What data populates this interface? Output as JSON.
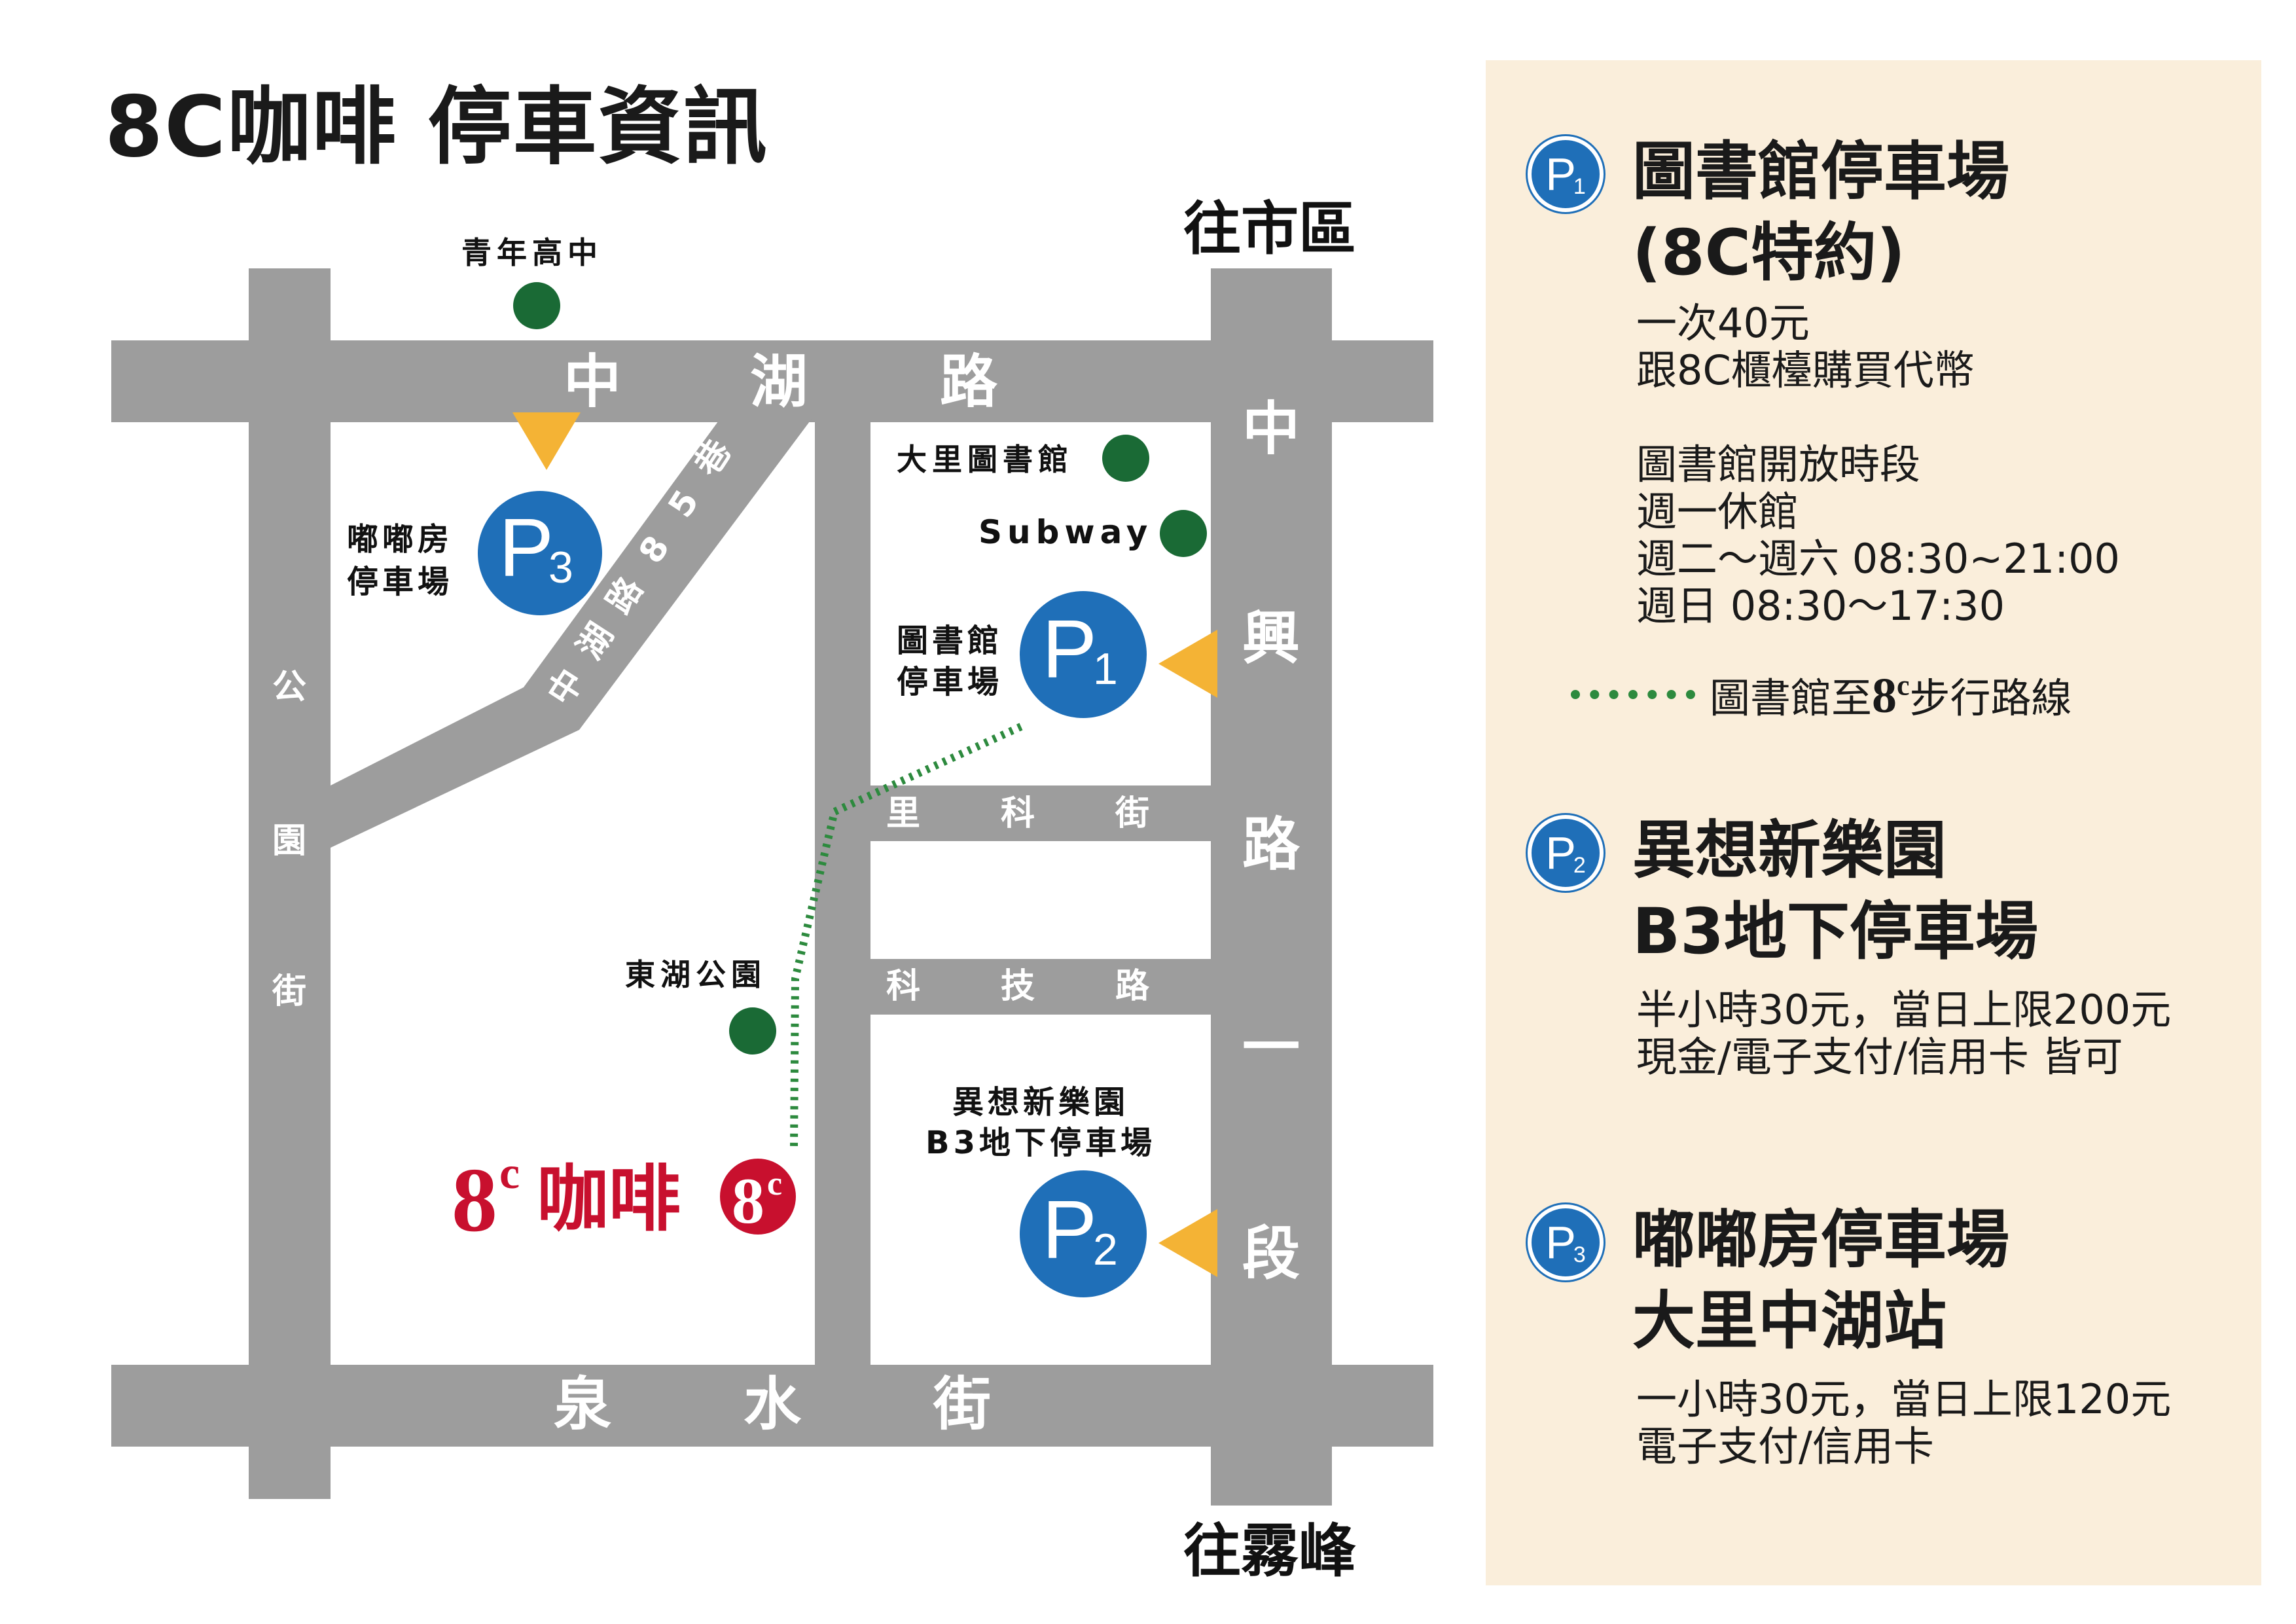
{
  "title": "8C咖啡 停車資訊",
  "map": {
    "direction_north": "往市區",
    "direction_south": "往霧峰",
    "roads": {
      "top": [
        "中",
        "湖",
        "路"
      ],
      "bottom": [
        "泉",
        "水",
        "街"
      ],
      "left_vertical": [
        "公",
        "園",
        "街"
      ],
      "right_vertical": [
        "中",
        "興",
        "路",
        "一",
        "段"
      ],
      "diagonal": [
        "中",
        "湖",
        "路",
        "8",
        "5",
        "巷"
      ],
      "li_ke": [
        "里",
        "科",
        "街"
      ],
      "ke_ji": [
        "科",
        "技",
        "路"
      ]
    },
    "landmarks": {
      "high_school": "青年高中",
      "library": "大里圖書館",
      "subway": "Subway",
      "east_lake_park": "東湖公園"
    },
    "parking": {
      "p1": {
        "letter": "P",
        "num": "1",
        "label_line1": "圖書館",
        "label_line2": "停車場"
      },
      "p2": {
        "letter": "P",
        "num": "2",
        "label_line1": "異想新樂園",
        "label_line2": "B3地下停車場"
      },
      "p3": {
        "letter": "P",
        "num": "3",
        "label_line1": "嘟嘟房",
        "label_line2": "停車場"
      }
    },
    "cafe": {
      "logo_text": "8",
      "logo_sup": "c",
      "name": "咖啡"
    },
    "colors": {
      "road": "#9d9d9d",
      "landmark": "#1a6a35",
      "parking": "#1f6fb8",
      "entrance_arrow": "#f4b335",
      "walk_route": "#2d8a3e",
      "brand_red": "#c8102e"
    }
  },
  "sidebar": {
    "p1": {
      "badge_letter": "P",
      "badge_num": "1",
      "title_line1": "圖書館停車場",
      "title_line2": "(8C特約)",
      "lines": [
        "一次40元",
        "跟8C櫃檯購買代幣"
      ],
      "hours_title": "圖書館開放時段",
      "hours": [
        "週一休館",
        "週二～週六 08:30~21:00",
        "週日 08:30～17:30"
      ],
      "walk_label_pre": "圖書館至",
      "walk_logo": "8",
      "walk_logo_sup": "c",
      "walk_label_post": "步行路線"
    },
    "p2": {
      "badge_letter": "P",
      "badge_num": "2",
      "title_line1": "異想新樂園",
      "title_line2": "B3地下停車場",
      "lines": [
        "半小時30元，當日上限200元",
        "現金/電子支付/信用卡 皆可"
      ]
    },
    "p3": {
      "badge_letter": "P",
      "badge_num": "3",
      "title_line1": "嘟嘟房停車場",
      "title_line2": "大里中湖站",
      "lines": [
        "一小時30元，當日上限120元",
        "電子支付/信用卡"
      ]
    }
  }
}
